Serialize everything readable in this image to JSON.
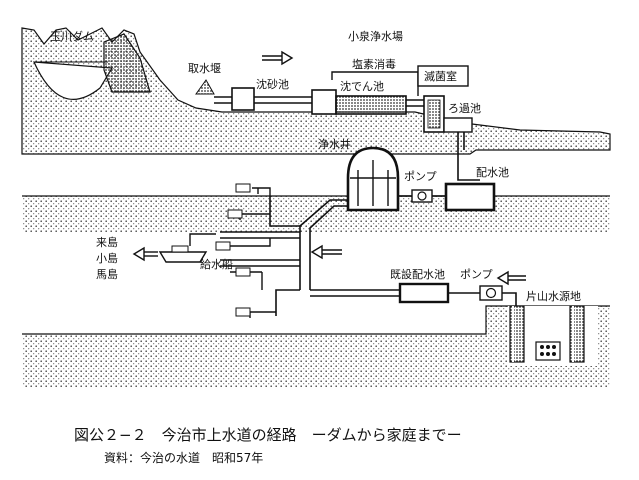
{
  "labels": {
    "tamagawa_dam": "玉川ダム",
    "intake_weir": "取水堰",
    "koizumi_plant": "小泉浄水場",
    "chlorine": "塩素消毒",
    "sterilization_room": "滅菌室",
    "sand_basin": "沈砂池",
    "settling_basin": "沈でん池",
    "filter_basin": "ろ過池",
    "clear_well": "浄水井",
    "pump_upper": "ポンプ",
    "distribution_reservoir": "配水池",
    "supply_ship": "給水船",
    "islands": [
      "来島",
      "小島",
      "馬島"
    ],
    "existing_reservoir": "既設配水池",
    "pump_lower": "ポンプ",
    "katayama_source": "片山水源地"
  },
  "caption": {
    "title": "図公２−２　今治市上水道の経路　ーダムから家庭までー",
    "source": "資料：今治の水道　昭和57年"
  },
  "colors": {
    "ink": "#111111",
    "stipple": "#444444",
    "background": "#ffffff"
  }
}
